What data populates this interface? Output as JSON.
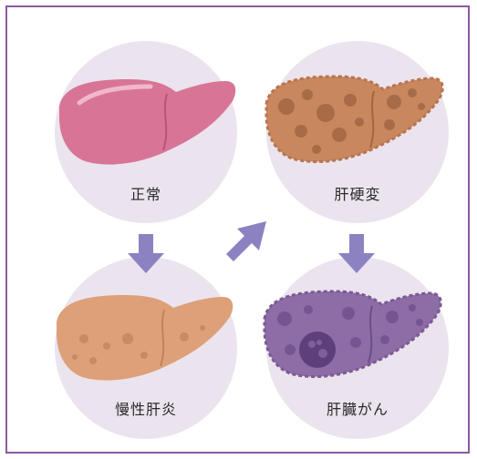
{
  "stages": {
    "normal": {
      "label": "正常",
      "fill": "#d87597"
    },
    "chronic_hepatitis": {
      "label": "慢性肝炎",
      "fill": "#dda079"
    },
    "cirrhosis": {
      "label": "肝硬変",
      "fill": "#c9875e"
    },
    "liver_cancer": {
      "label": "肝臓がん",
      "fill": "#8e6da6"
    }
  },
  "colors": {
    "frame": "#8b5aa0",
    "circle": "#ebe4ef",
    "arrow": "#8c82c2"
  }
}
